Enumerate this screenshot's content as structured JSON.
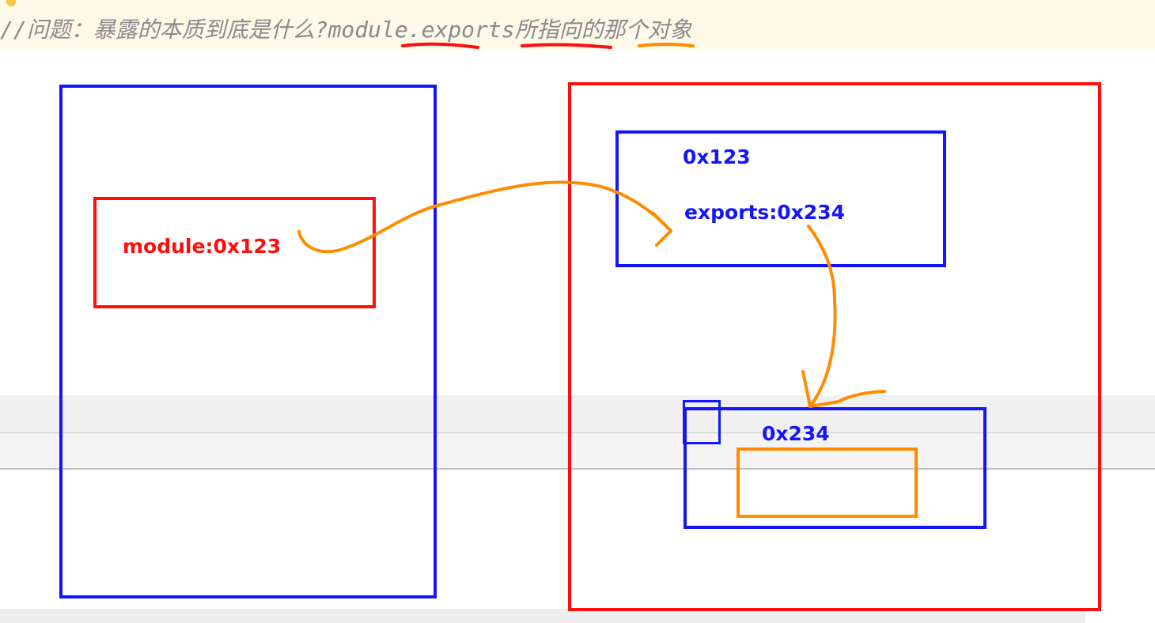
{
  "comment": {
    "prefix": "//问题：暴露的本质到底是什么?",
    "kw_module": "module",
    "dot": ".",
    "kw_exports": "exports",
    "kw_suo": "所",
    "kw_zhixiang": "指向",
    "suffix": "的那个对象"
  },
  "left_stack": {
    "module_label": "module:0x123"
  },
  "right_heap": {
    "module_object": {
      "address": "0x123",
      "exports_label": "exports:0x234"
    },
    "exports_object": {
      "address": "0x234"
    }
  },
  "colors": {
    "blue": "#1414ff",
    "red": "#ff0d0d",
    "orange": "#ff8c00",
    "comment_gray": "#8a8a8a"
  }
}
